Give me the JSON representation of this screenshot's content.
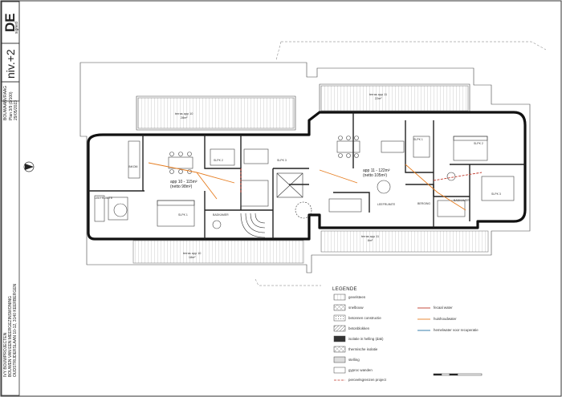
{
  "title_block": {
    "logo_text": "DE",
    "logo_sub": "signed",
    "level": "niv.+2",
    "stage": "BOUWAANVRAAG",
    "plan_ref": "Plan 3/9  (1/100)",
    "date": "29/05/2023",
    "client": "IVY BOUWPROJECTEN",
    "project_line1": "BOUWEN VAN EEN MEERGEZINSWONING",
    "project_line2": "OUDSTRIJDERSLAAN 10-12, 3140 KEERBERGEN"
  },
  "apartments": [
    {
      "name": "app 10 - 115m²",
      "sub": "(netto 98m²)"
    },
    {
      "name": "app 11 - 122m²",
      "sub": "(netto 105m²)"
    }
  ],
  "terraces": [
    {
      "name": "terras app 10",
      "area": "28m²"
    },
    {
      "name": "terras app 11",
      "area": "22m²"
    },
    {
      "name": "terras app 10",
      "area": "18m²"
    },
    {
      "name": "terras app 11",
      "area": "8m²"
    }
  ],
  "rooms": {
    "living_left": "LEEFRUIMTE",
    "living_right": "LEEFRUIMTE",
    "bed_left_1": "SLPK 1",
    "bed_left_2": "SLPK 2",
    "bed_left_3": "SLPK 3",
    "bath_left": "BADKAMER",
    "bed_right_1": "SLPK 1",
    "bed_right_2": "SLPK 2",
    "bed_right_3": "SLPK 3",
    "bath_right": "BADKAMER",
    "storage": "BERGING",
    "hall": "INKOM"
  },
  "legend": {
    "title": "LEGENDE",
    "items": [
      "gevelsteen",
      "snelbouw",
      "betonnen constructie",
      "betonblokken",
      "isolatie in helling (dak)",
      "thermische isolatie",
      "stelling",
      "gyproc wanden"
    ],
    "perceel": "perceelsgrenzen project",
    "lines": [
      "fecaal water",
      "huishoudwater",
      "hemelwater voor recuperatie"
    ]
  },
  "colors": {
    "fecaal": "#c0392b",
    "huishoud": "#e67e22",
    "hemel": "#2471a3",
    "wall": "#222222",
    "terrace": "#e8e8e8"
  }
}
